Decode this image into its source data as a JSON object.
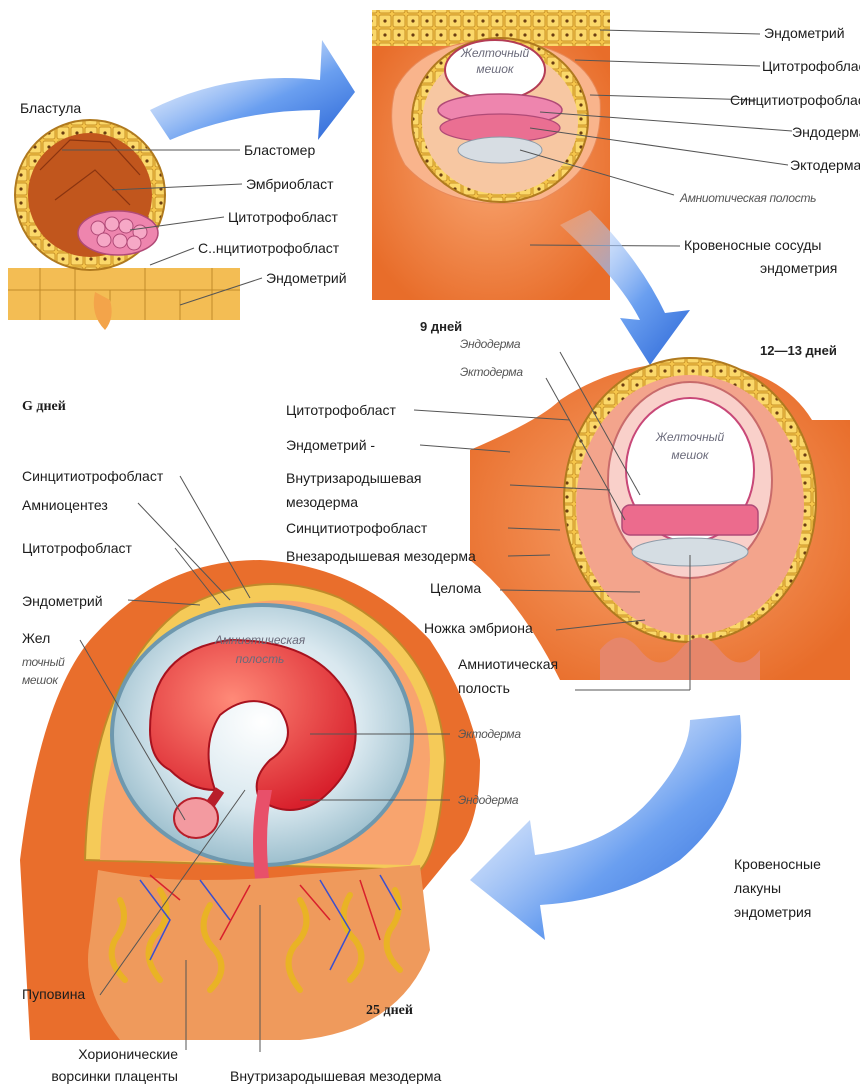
{
  "panel_blastula": {
    "title": "Бластула",
    "labels": [
      "Бластомер",
      "Эмбриобласт",
      "Цитотрофобласт",
      "С..нцитиотрофобласт",
      "Эндометрий"
    ],
    "day_label": "G дней"
  },
  "panel_day9": {
    "labels": [
      "Эндометрий",
      "Цитотрофобласт",
      "Синцитиотрофобласт",
      "Эндодерма",
      "Эктодерма",
      "Амниотическая полость"
    ],
    "blood_vessels": [
      "Кровеносные сосуды",
      "эндометрия"
    ],
    "yolk_sac": [
      "Желточный",
      "мешок"
    ],
    "day_label": "9 дней"
  },
  "panel_day12": {
    "day_label": "12—13 дней",
    "inner_labels": [
      "Эндодерма",
      "Эктодерма"
    ],
    "yolk_sac": [
      "Желточный",
      "мешок"
    ],
    "labels": [
      "Цитотрофобласт",
      "Эндометрий -",
      "Внутризародышевая",
      "мезодерма",
      "Синцитиотрофобласт",
      "Внезародышевая мезодерма",
      "Целома",
      "Ножка эмбриона",
      "Амниотическая",
      "полость"
    ]
  },
  "panel_day25": {
    "labels_left": [
      "Синцитиотрофобласт",
      "Амниоцентез",
      "Цитотрофобласт",
      "Эндометрий",
      "Жел"
    ],
    "yolk_small": [
      "точный",
      "мешок"
    ],
    "amnion": [
      "Амниотическая",
      "полость"
    ],
    "right_labels": [
      "Эктодерма",
      "Эндодерма"
    ],
    "blood_lacunae": [
      "Кровеносные",
      "лакуны",
      "эндометрия"
    ],
    "bottom_labels": [
      "Пуповина",
      "Хорионические",
      "ворсинки плаценты",
      "Внутризародышевая мезодерма"
    ],
    "day_label": "25 дней"
  },
  "colors": {
    "endometrium": "#ee7f3c",
    "trophoblast": "#f6c64a",
    "amnion": "#a9c9d6",
    "embryo": "#e2383f",
    "arrow": "#3d7fe0"
  }
}
